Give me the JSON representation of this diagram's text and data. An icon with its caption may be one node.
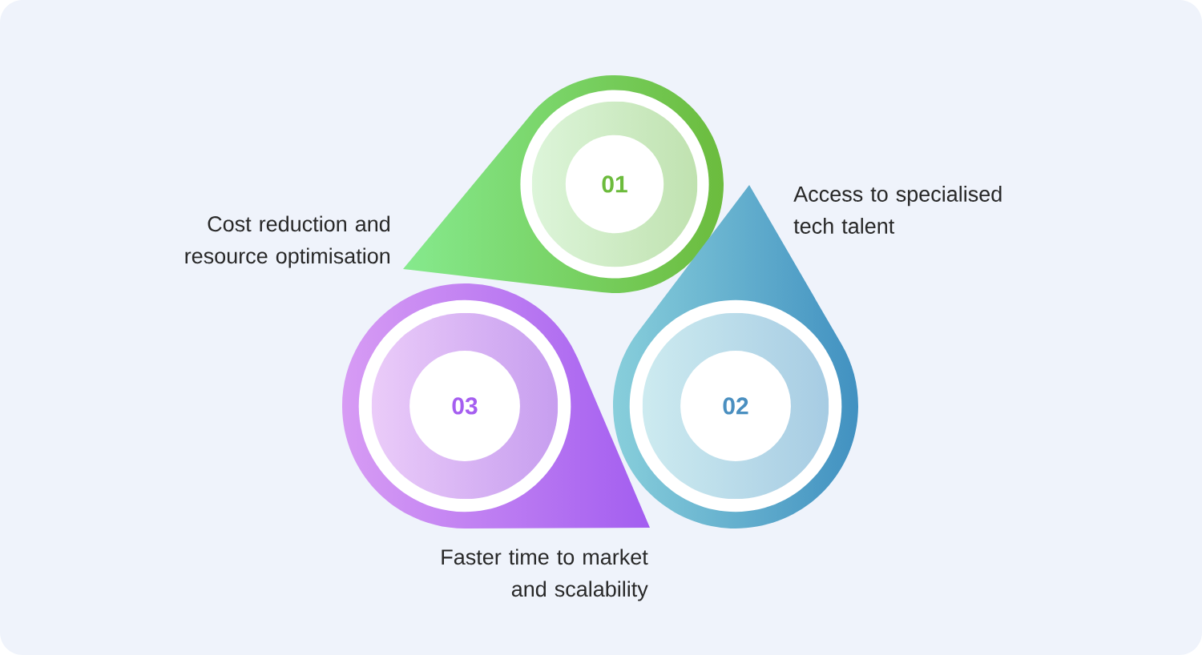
{
  "diagram": {
    "nodes": [
      {
        "text": [
          "01"
        ]
      },
      {
        "text": [
          "02"
        ]
      },
      {
        "text": [
          "03"
        ]
      }
    ],
    "labels": [
      "Cost reduction and resource optimisation",
      "Access to specialised tech talent",
      "Faster time to market and scalability"
    ]
  }
}
